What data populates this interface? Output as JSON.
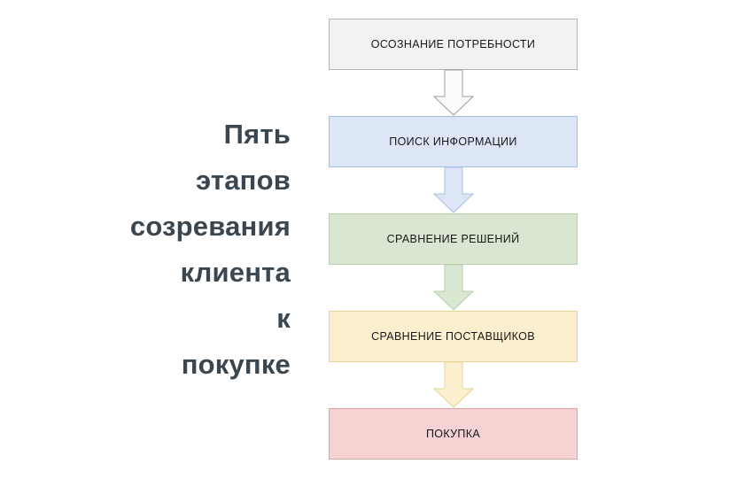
{
  "headline": {
    "text": "Пять\nэтапов\nсозревания\nклиента\nк\nпокупке",
    "color": "#3b4750"
  },
  "diagram": {
    "type": "vertical-flowchart",
    "title": "Пять этапов созревания клиента к покупке",
    "orientation": "top-to-bottom",
    "step_count": 5,
    "steps": [
      {
        "index": 1,
        "label": "ОСОЗНАНИЕ ПОТРЕБНОСТИ",
        "fill": "#f2f2f2",
        "border": "#b4b4b4"
      },
      {
        "index": 2,
        "label": "ПОИСК ИНФОРМАЦИИ",
        "fill": "#dce6f7",
        "border": "#a9bfe0"
      },
      {
        "index": 3,
        "label": "СРАВНЕНИЕ РЕШЕНИЙ",
        "fill": "#d9e7d2",
        "border": "#b7cfa9"
      },
      {
        "index": 4,
        "label": "СРАВНЕНИЕ ПОСТАВЩИКОВ",
        "fill": "#fcefcd",
        "border": "#e5d49a"
      },
      {
        "index": 5,
        "label": "ПОКУПКА",
        "fill": "#f6d2d2",
        "border": "#dfa0a0"
      }
    ],
    "connectors": [
      {
        "from": 1,
        "to": 2,
        "shape": "block-arrow-down",
        "fill": "#fbfbfb",
        "border": "#9c9c9c"
      },
      {
        "from": 2,
        "to": 3,
        "shape": "block-arrow-down",
        "fill": "#dce6f7",
        "border": "#a9bfe0"
      },
      {
        "from": 3,
        "to": 4,
        "shape": "block-arrow-down",
        "fill": "#d9e7d2",
        "border": "#b7cfa9"
      },
      {
        "from": 4,
        "to": 5,
        "shape": "block-arrow-down",
        "fill": "#fcefcd",
        "border": "#e5d49a"
      }
    ]
  }
}
